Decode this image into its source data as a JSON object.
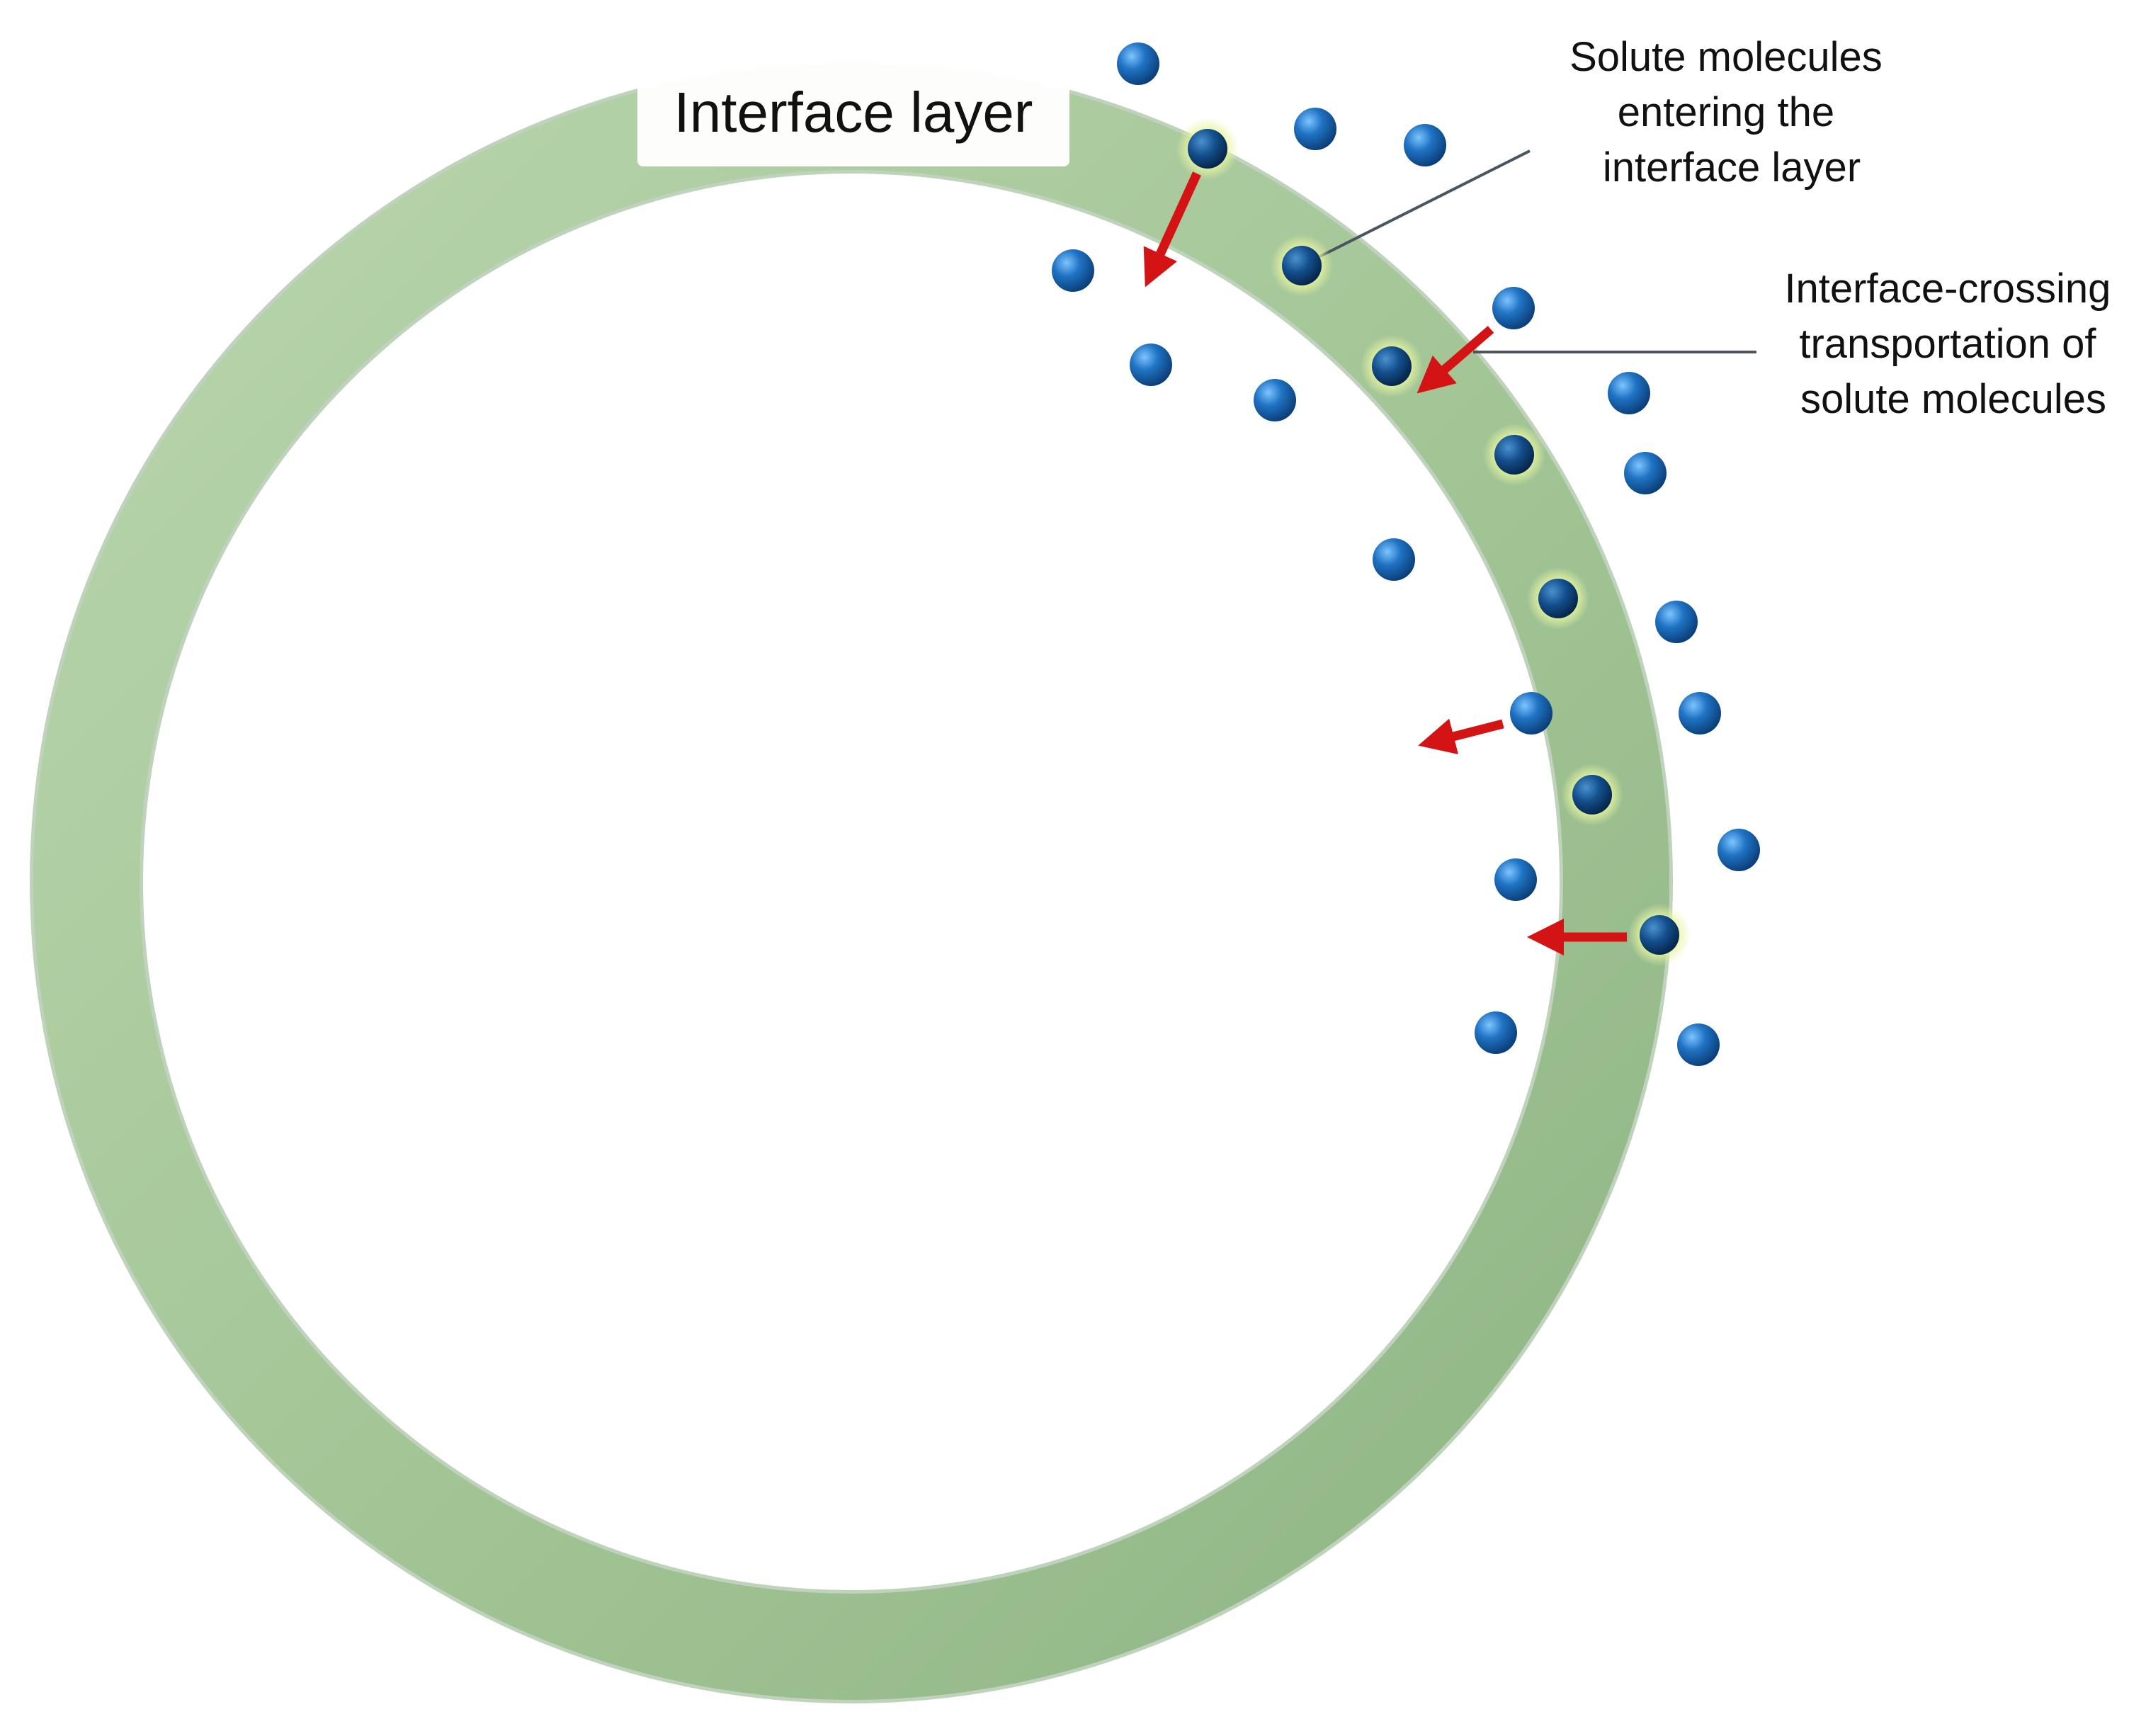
{
  "labels": {
    "interface_layer": "Interface layer",
    "solute_entering": [
      "Solute molecules",
      "entering the",
      "interface layer"
    ],
    "interface_crossing": [
      "Interface-crossing",
      "transportation of",
      "solute molecules"
    ]
  },
  "colors": {
    "ring": "#a9c99d",
    "ring_dark": "#7fa677",
    "molecule": "#1f73c4",
    "molecule_dark": "#0b3f7a",
    "arrow": "#d41414",
    "leader_line": "#4a5560"
  },
  "icons": {
    "molecule": "blue-sphere-icon",
    "arrow": "red-arrow-icon"
  }
}
